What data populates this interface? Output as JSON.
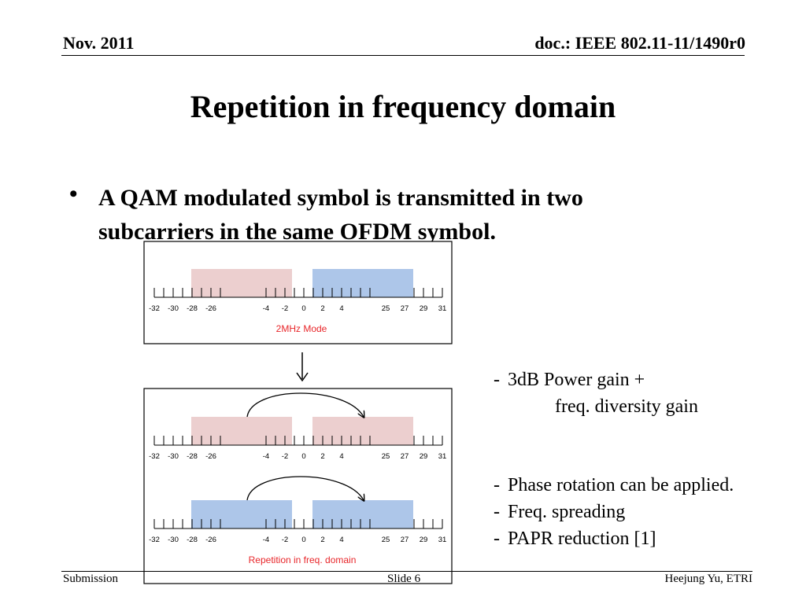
{
  "header": {
    "date": "Nov. 2011",
    "doc_id": "doc.: IEEE 802.11-11/1490r0"
  },
  "title": "Repetition in frequency domain",
  "bullet": {
    "marker": "•",
    "text": "A QAM modulated symbol is transmitted in two subcarriers in the same OFDM symbol."
  },
  "diagram": {
    "tick_labels": [
      "-32",
      "-30",
      "-28",
      "-26",
      "-4",
      "-2",
      "0",
      "2",
      "4",
      "25",
      "27",
      "29",
      "31"
    ],
    "top_caption": "2MHz Mode",
    "bottom_caption": "Repetition in freq. domain",
    "colors": {
      "pink": "#eccfcf",
      "blue": "#adc6e9",
      "caption": "#e8262a"
    }
  },
  "notes": {
    "gain": {
      "dash": "-",
      "line1": "3dB Power gain +",
      "line2": "freq. diversity gain"
    },
    "items": [
      {
        "dash": "-",
        "text": "Phase rotation can be applied."
      },
      {
        "dash": "-",
        "text": "Freq. spreading"
      },
      {
        "dash": "-",
        "text": "PAPR reduction [1]"
      }
    ]
  },
  "footer": {
    "left": "Submission",
    "center": "Slide 6",
    "right": "Heejung Yu, ETRI"
  }
}
